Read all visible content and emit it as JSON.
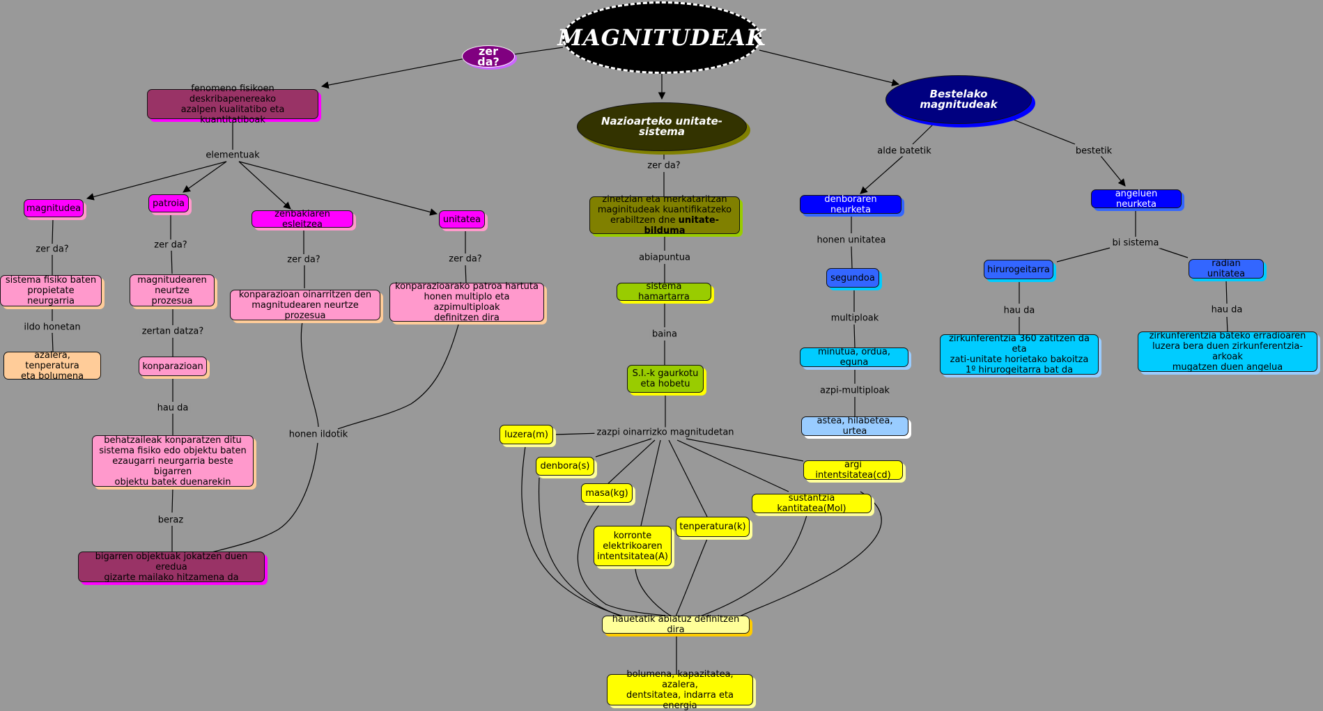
{
  "colors": {
    "background": "#999999",
    "magenta": "#ff00ff",
    "pink": "#ff99cc",
    "peach": "#ffcc99",
    "plum": "#993366",
    "purple": "#800080",
    "olive_dark": "#333300",
    "olive": "#808000",
    "lime": "#99cc00",
    "yellow": "#ffff00",
    "pale_yellow": "#ffff99",
    "navy": "#000080",
    "blue": "#0000ff",
    "royal": "#3366ff",
    "cyan": "#00ccff",
    "light_blue": "#99ccff"
  },
  "nodes": {
    "title": "MAGNITUDEAK",
    "zer_da": "zer da?",
    "fenomeno": "fenomeno fisikoen deskribapenereako\nazalpen kualitatibo eta kuantitatiboak",
    "magnitudea": "magnitudea",
    "patroia": "patroia",
    "zenbakiaren": "zenbakiaren esleitzea",
    "unitatea": "unitatea",
    "sistema_fisiko": "sistema fisiko baten\npropietate neurgarria",
    "azalera": "azalera, tenperatura\neta bolumena",
    "magnitudearen_neurtze": "magnitudearen\nneurtze prozesua",
    "konparazioa": "konparazioan",
    "behatzaileak": "behatzaileak konparatzen ditu\nsistema fisiko edo objektu baten\nezaugarri neurgarria beste bigarren\nobjektu batek duenarekin",
    "bigarren": "bigarren objektuak jokatzen duen eredua\ngizarte mailako hitzamena da",
    "konparazioan_oinarritzen": "konparazioan oinarritzen den\nmagnitudearen neurtze prozesua",
    "konparazioarako": "konparazioarako patroa hartuta\nhonen multiplo eta azpimultiploak\ndefinitzen dira",
    "nazioarteko": "Nazioarteko unitate-sistema",
    "zinetzian_a": "zinetzian eta merkataritzan\nmaginitudeak kuantifikatzeko\nerabiltzen dne ",
    "zinetzian_b": "unitate-bilduma",
    "sistema_hamartarra": "sistema hamartarra",
    "si_gaurkotu": "S.I.-k gaurkotu\neta hobetu",
    "luzera": "luzera(m)",
    "denbora": "denbora(s)",
    "masa": "masa(kg)",
    "korronte": "korronte\nelektrikoaren\nintentsitatea(A)",
    "tenperatura": "tenperatura(k)",
    "sustantzia": "sustantzia kantitatea(Mol)",
    "argi": "argi intentsitatea(cd)",
    "hauetatik": "hauetatik abiatuz definitzen dira",
    "bolumena": "bolumena, kapazitatea, azalera,\ndentsitatea, indarra eta energia",
    "bestelako": "Bestelako magnitudeak",
    "denboraren": "denboraren neurketa",
    "segundoa": "segundoa",
    "minutua": "minutua, ordua, eguna",
    "astea": "astea, hilabetea, urtea",
    "angeluen": "angeluen neurketa",
    "hirurogeitarra": "hirurogeitarra",
    "radian": "radian unitatea",
    "zirkunferentzia_360": "zirkunferentzia 360 zatitzen da eta\nzati-unitate horietako bakoitza\n1º hirurogeitarra bat da",
    "zirkunferentzia_erradio": "zirkunferentzia bateko erradioaren\nluzera bera duen zirkunferentzia-arkoak\nmugatzen duen angelua"
  },
  "labels": {
    "elementuak": "elementuak",
    "zer_da_1": "zer da?",
    "ildo_honetan": "ildo honetan",
    "zer_da_2": "zer da?",
    "zertan_datza": "zertan datza?",
    "hau_da_1": "hau da",
    "beraz": "beraz",
    "zer_da_3": "zer da?",
    "zer_da_4": "zer da?",
    "honen_ildotik": "honen ildotik",
    "zer_da_5": "zer da?",
    "abiapuntua": "abiapuntua",
    "baina": "baina",
    "zazpi": "zazpi oinarrizko magnitudetan",
    "alde_batetik": "alde batetik",
    "bestetik": "bestetik",
    "honen_unitatea": "honen unitatea",
    "multiploak": "multiploak",
    "azpi_multiploak": "azpi-multiploak",
    "bi_sistema": "bi sistema",
    "hau_da_2": "hau da",
    "hau_da_3": "hau da"
  }
}
